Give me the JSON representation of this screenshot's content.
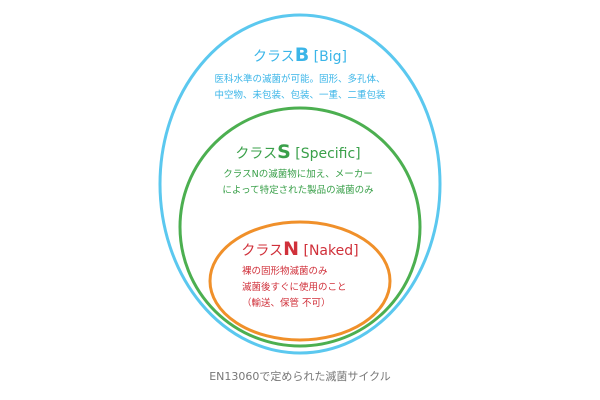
{
  "colors": {
    "class_b": "#5bc8ef",
    "class_s": "#4caf50",
    "class_n": "#f0902a",
    "class_n_text": "#d0303a",
    "caption": "#777777"
  },
  "class_b": {
    "prefix": "クラス",
    "letter": "B",
    "suffix": "[Big]",
    "lines": [
      "医科水準の滅菌が可能。固形、多孔体、",
      "中空物、未包装、包装、一重、二重包装"
    ]
  },
  "class_s": {
    "prefix": "クラス",
    "letter": "S",
    "suffix": "[Specific]",
    "lines": [
      "クラスNの滅菌物に加え、メーカー",
      "によって特定された製品の滅菌のみ"
    ]
  },
  "class_n": {
    "prefix": "クラス",
    "letter": "N",
    "suffix": "[Naked]",
    "lines": [
      "裸の固形物滅菌のみ",
      "滅菌後すぐに使用のこと",
      "（輸送、保管 不可）"
    ]
  },
  "caption": "EN13060で定められた滅菌サイクル"
}
